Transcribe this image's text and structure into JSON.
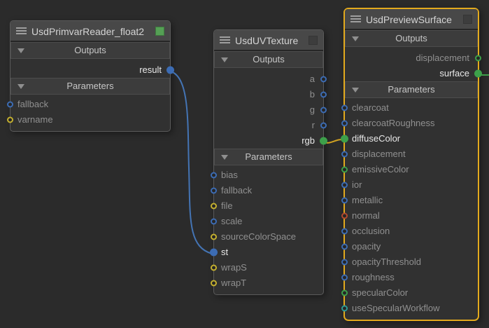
{
  "canvas": {
    "background": "#2b2b2b"
  },
  "colors": {
    "selection": "#e3aa1d",
    "wire_blue": "#4474b4",
    "wire_yellow": "#cfa121",
    "wire_green": "#3f9e4a",
    "port_blue": "#3c6cb4",
    "port_yellow": "#c4b02f",
    "port_green": "#3da04a",
    "port_red": "#b34a2e",
    "port_teal": "#2c9a96",
    "flag_green": "#55a055"
  },
  "icons": {
    "menu": "hamburger-icon",
    "collapse": "triangle-down-icon",
    "flag": "display-flag-square"
  },
  "nodes": [
    {
      "title": "UsdPrimvarReader_float2",
      "selected": false,
      "flag_on": true,
      "outputs_label": "Outputs",
      "parameters_label": "Parameters",
      "outputs": [
        {
          "name": "result",
          "color": "blue",
          "connected": true
        }
      ],
      "parameters": [
        {
          "name": "fallback",
          "color": "blue",
          "connected": false
        },
        {
          "name": "varname",
          "color": "yellow",
          "connected": false
        }
      ]
    },
    {
      "title": "UsdUVTexture",
      "selected": false,
      "flag_on": false,
      "outputs_label": "Outputs",
      "parameters_label": "Parameters",
      "outputs": [
        {
          "name": "a",
          "color": "blue",
          "connected": false
        },
        {
          "name": "b",
          "color": "blue",
          "connected": false
        },
        {
          "name": "g",
          "color": "blue",
          "connected": false
        },
        {
          "name": "r",
          "color": "blue",
          "connected": false
        },
        {
          "name": "rgb",
          "color": "green",
          "connected": true
        }
      ],
      "parameters": [
        {
          "name": "bias",
          "color": "blue",
          "connected": false
        },
        {
          "name": "fallback",
          "color": "blue",
          "connected": false
        },
        {
          "name": "file",
          "color": "yellow",
          "connected": false
        },
        {
          "name": "scale",
          "color": "blue",
          "connected": false
        },
        {
          "name": "sourceColorSpace",
          "color": "yellow",
          "connected": false
        },
        {
          "name": "st",
          "color": "blue",
          "connected": true
        },
        {
          "name": "wrapS",
          "color": "yellow",
          "connected": false
        },
        {
          "name": "wrapT",
          "color": "yellow",
          "connected": false
        }
      ]
    },
    {
      "title": "UsdPreviewSurface",
      "selected": true,
      "flag_on": false,
      "outputs_label": "Outputs",
      "parameters_label": "Parameters",
      "outputs": [
        {
          "name": "displacement",
          "color": "green",
          "connected": false
        },
        {
          "name": "surface",
          "color": "green",
          "connected": true
        }
      ],
      "parameters": [
        {
          "name": "clearcoat",
          "color": "blue",
          "connected": false
        },
        {
          "name": "clearcoatRoughness",
          "color": "blue",
          "connected": false
        },
        {
          "name": "diffuseColor",
          "color": "green",
          "connected": true
        },
        {
          "name": "displacement",
          "color": "blue",
          "connected": false
        },
        {
          "name": "emissiveColor",
          "color": "green",
          "connected": false
        },
        {
          "name": "ior",
          "color": "blue",
          "connected": false
        },
        {
          "name": "metallic",
          "color": "blue",
          "connected": false
        },
        {
          "name": "normal",
          "color": "red",
          "connected": false
        },
        {
          "name": "occlusion",
          "color": "blue",
          "connected": false
        },
        {
          "name": "opacity",
          "color": "blue",
          "connected": false
        },
        {
          "name": "opacityThreshold",
          "color": "blue",
          "connected": false
        },
        {
          "name": "roughness",
          "color": "blue",
          "connected": false
        },
        {
          "name": "specularColor",
          "color": "green",
          "connected": false
        },
        {
          "name": "useSpecularWorkflow",
          "color": "teal",
          "connected": false
        }
      ]
    }
  ],
  "connections": [
    {
      "from": "UsdPrimvarReader_float2.result",
      "to": "UsdUVTexture.st",
      "color": "wire_blue"
    },
    {
      "from": "UsdUVTexture.rgb",
      "to": "UsdPreviewSurface.diffuseColor",
      "color": "wire_yellow"
    },
    {
      "from": "UsdPreviewSurface.surface",
      "to": "offscreen-right",
      "color": "wire_green"
    }
  ]
}
